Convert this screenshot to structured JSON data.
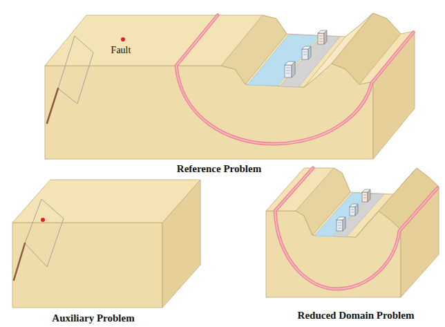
{
  "diagram": {
    "labels": [
      "Fault",
      "Reference Problem",
      "Auxiliary Problem",
      "Reduced Domain Problem"
    ]
  }
}
